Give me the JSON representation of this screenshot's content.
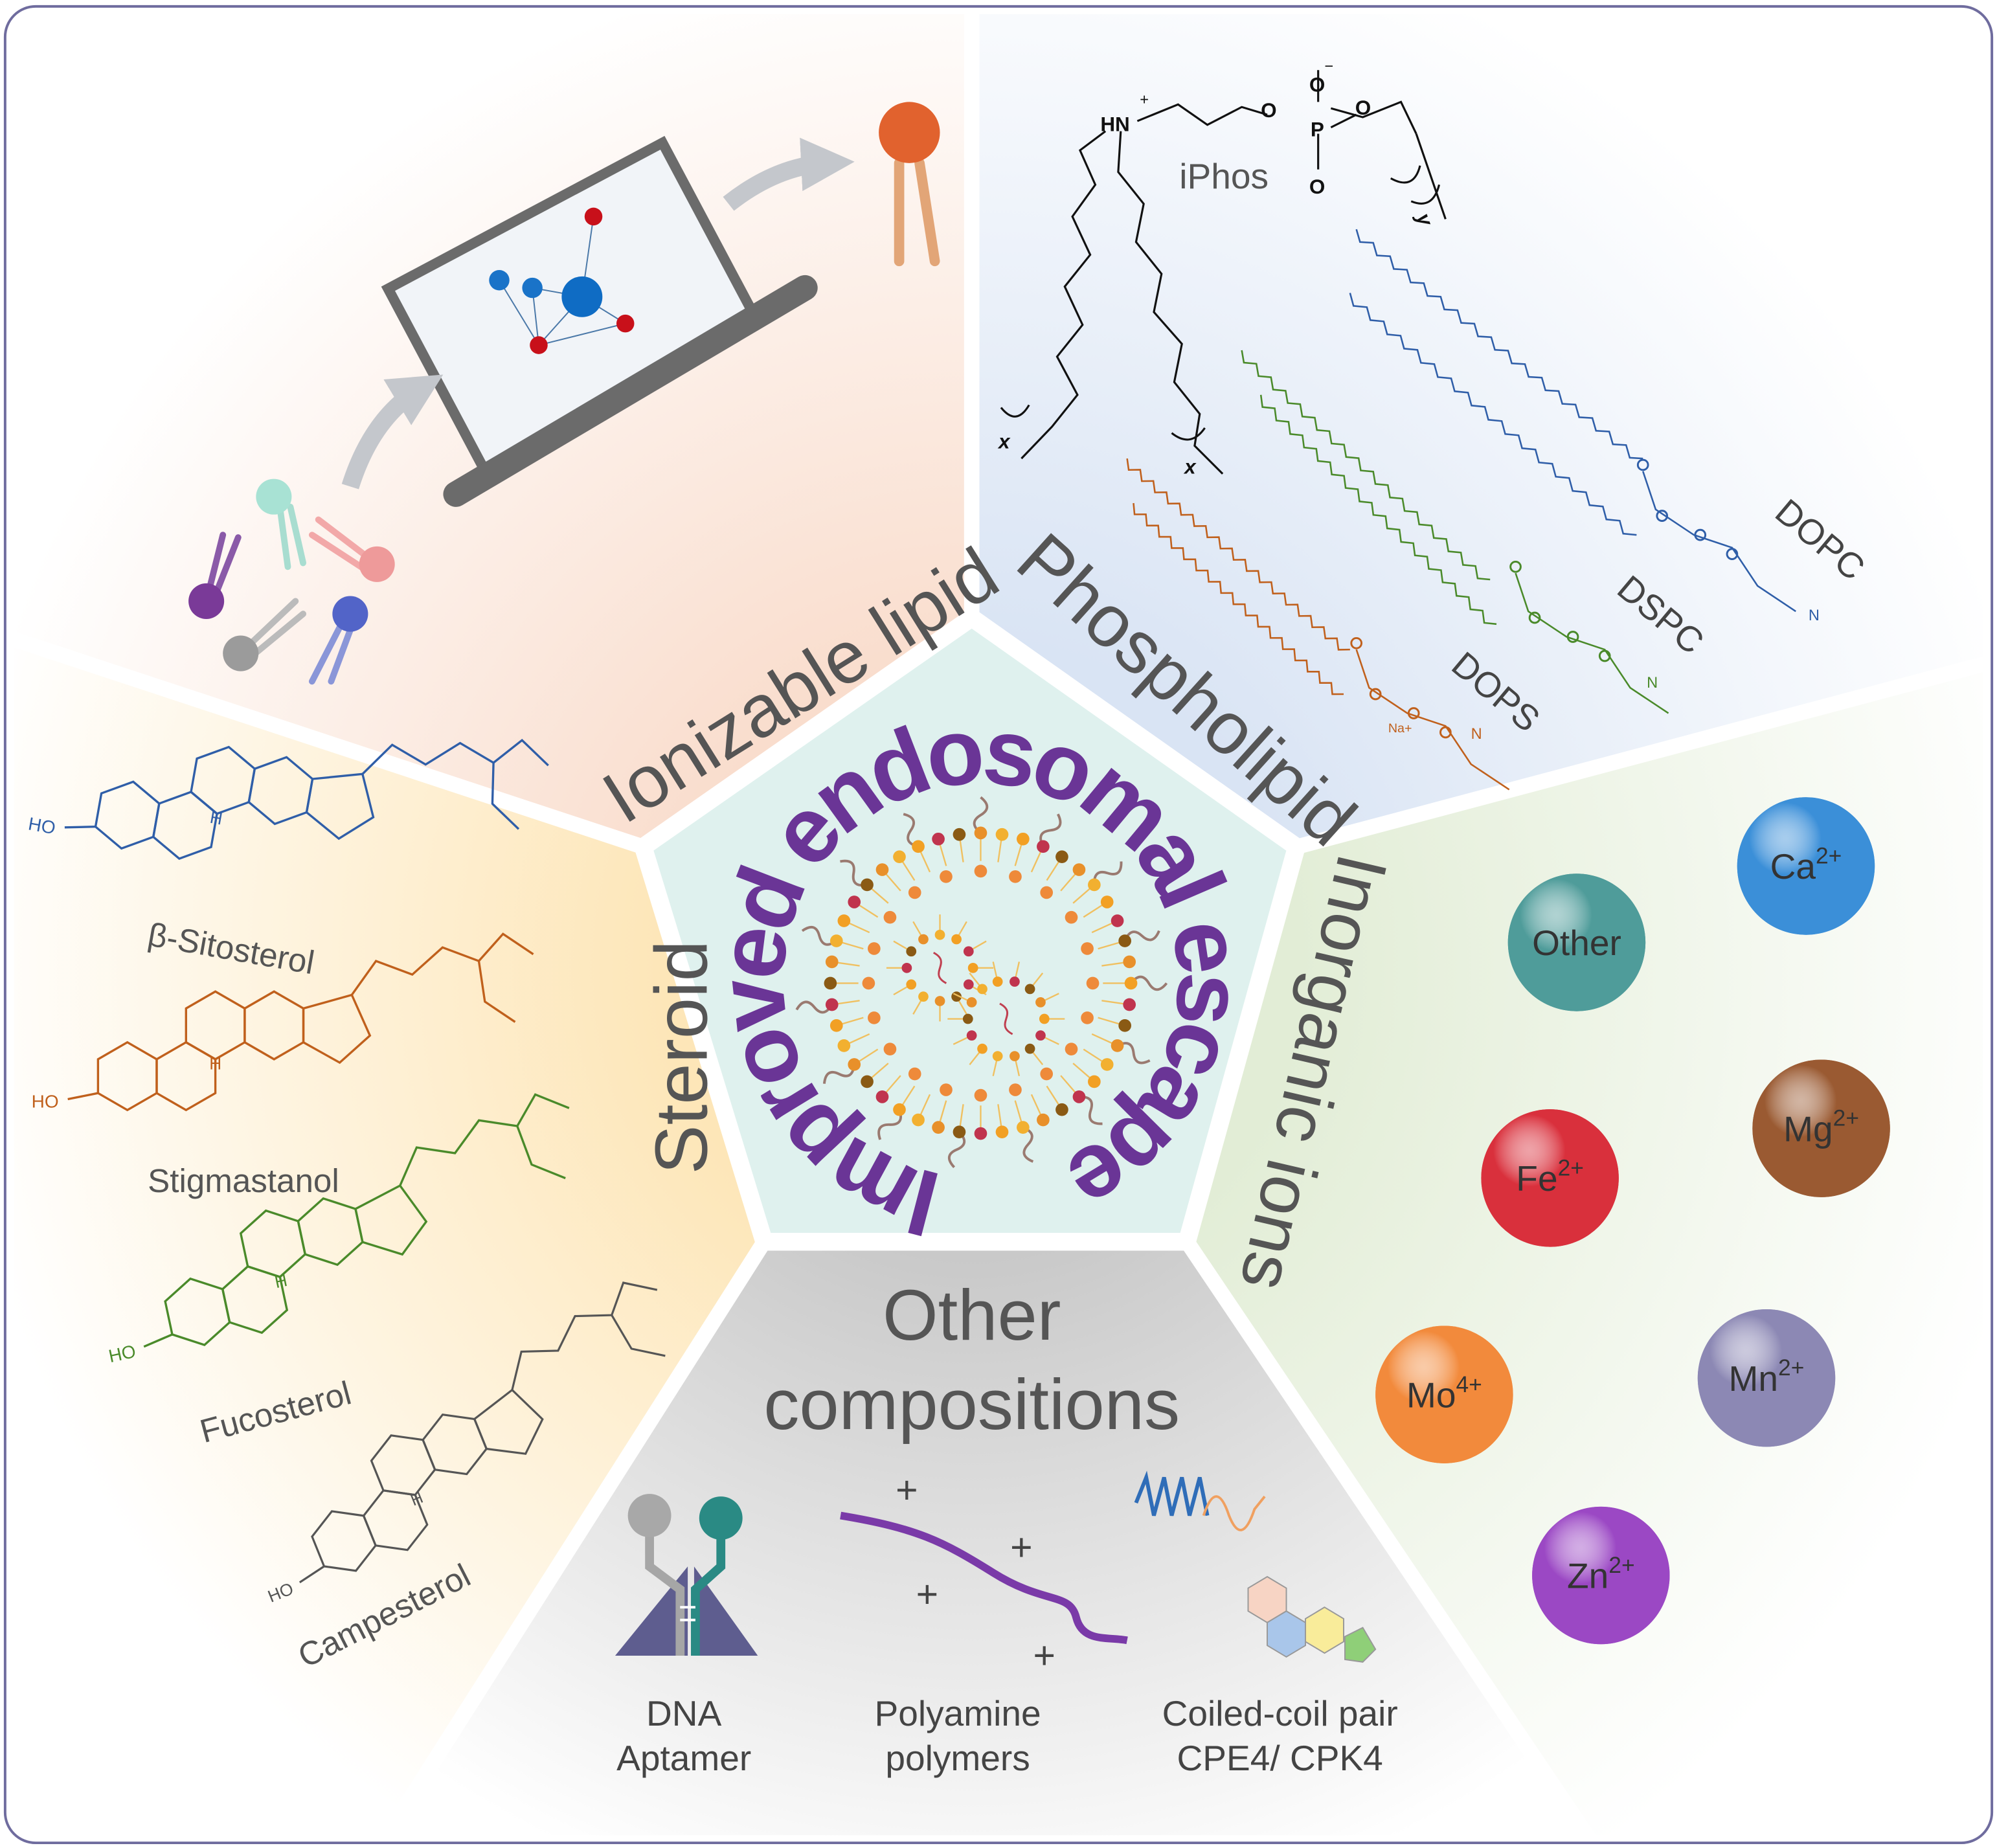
{
  "center": {
    "title": "Improved endosomal escape"
  },
  "sectors": {
    "ionizable": {
      "label": "Ionizable lipid"
    },
    "phospholipid": {
      "label": "Phospholipid",
      "iphos": {
        "name": "iPhos",
        "amine": "HN",
        "plus": "+",
        "o1": "O",
        "o2": "O",
        "o3": "O",
        "o4": "O",
        "minus": "−",
        "p": "P",
        "x1": "x",
        "x2": "x",
        "y": "y"
      },
      "lipids": [
        "DOPC",
        "DSPC",
        "DOPS"
      ],
      "atoms": {
        "n": "N",
        "na": "Na+"
      }
    },
    "inorganic": {
      "label": "Inorganic ions",
      "ions": [
        {
          "symbol": "Ca",
          "charge": "2+",
          "color": "#3b8fd8"
        },
        {
          "symbol": "Other",
          "charge": "",
          "color": "#4f9c9a"
        },
        {
          "symbol": "Mg",
          "charge": "2+",
          "color": "#9a5a32"
        },
        {
          "symbol": "Fe",
          "charge": "2+",
          "color": "#d9303c"
        },
        {
          "symbol": "Mo",
          "charge": "4+",
          "color": "#f28a3c"
        },
        {
          "symbol": "Mn",
          "charge": "2+",
          "color": "#8c88b4"
        },
        {
          "symbol": "Zn",
          "charge": "2+",
          "color": "#9b48c4"
        }
      ]
    },
    "steroid": {
      "label": "Steroid",
      "molecules": [
        {
          "name": "β-Sitosterol",
          "color": "#2f5ea8"
        },
        {
          "name": "Stigmastanol",
          "color": "#c0601c"
        },
        {
          "name": "Fucosterol",
          "color": "#4a8a2a"
        },
        {
          "name": "Campesterol",
          "color": "#555555"
        }
      ],
      "ho": "HO",
      "h": "H"
    },
    "other": {
      "label_line1": "Other",
      "label_line2": "compositions",
      "items": [
        {
          "line1": "DNA",
          "line2": "Aptamer"
        },
        {
          "line1": "Polyamine",
          "line2": "polymers"
        },
        {
          "line1": "Coiled-coil pair",
          "line2": "CPE4/ CPK4"
        }
      ],
      "plus": "+"
    }
  },
  "colors": {
    "title": "#6a3596",
    "frame": "#6f6c9e"
  }
}
